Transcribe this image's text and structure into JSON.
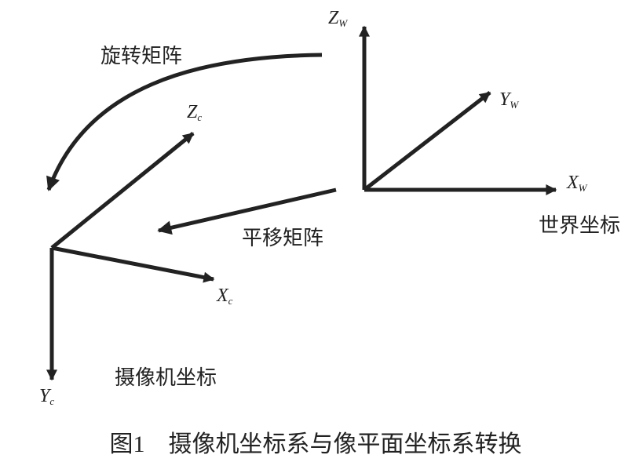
{
  "world": {
    "z_label": "Z",
    "z_sub": "W",
    "y_label": "Y",
    "y_sub": "W",
    "x_label": "X",
    "x_sub": "W",
    "name": "世界坐标"
  },
  "camera": {
    "z_label": "Z",
    "z_sub": "c",
    "x_label": "X",
    "x_sub": "c",
    "y_label": "Y",
    "y_sub": "c",
    "name": "摄像机坐标"
  },
  "rotation_label": "旋转矩阵",
  "translation_label": "平移矩阵",
  "caption": "图1　摄像机坐标系与像平面坐标系转换",
  "colors": {
    "ink": "#222222",
    "background": "#ffffff"
  }
}
